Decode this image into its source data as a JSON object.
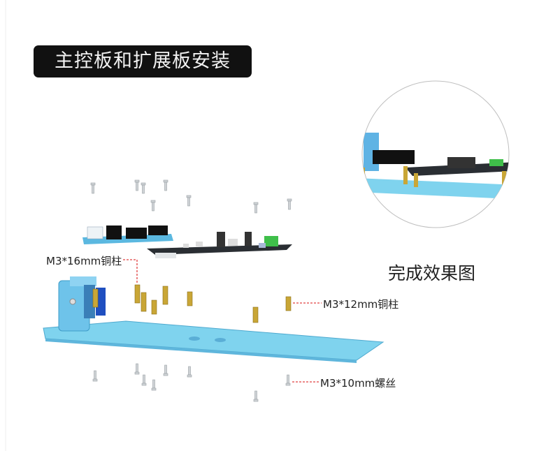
{
  "title": "主控板和扩展板安装",
  "labels": {
    "standoff_16": "M3*16mm铜柱",
    "standoff_12": "M3*12mm铜柱",
    "screw_10": "M3*10mm螺丝"
  },
  "result_caption": "完成效果图",
  "colors": {
    "plate": "#7fd3ee",
    "board_dark": "#2a2e33",
    "standoff": "#c9a636",
    "leader": "#e04040"
  }
}
